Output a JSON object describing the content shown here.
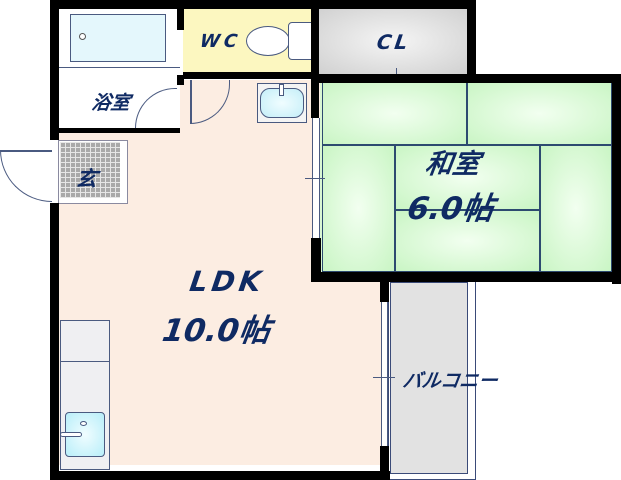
{
  "floor_plan": {
    "rooms": {
      "bath": {
        "label": "浴室"
      },
      "wc": {
        "label": "WC"
      },
      "closet": {
        "label": "CL"
      },
      "washitsu": {
        "name": "和室",
        "size": "6.0帖"
      },
      "ldk": {
        "name": "LDK",
        "size": "10.0帖"
      },
      "entrance": {
        "label": "玄"
      },
      "balcony": {
        "label": "バルコニー"
      }
    },
    "colors": {
      "wall": "#000000",
      "label_text": "#0f2a63",
      "ldk_floor": "#fcede2",
      "wc_floor": "#fcf7c0",
      "tatami": "#c9f5c4",
      "closet": "#d0d0d0",
      "balcony": "#e2e2e2",
      "fixture": "#d8f4fc"
    }
  }
}
